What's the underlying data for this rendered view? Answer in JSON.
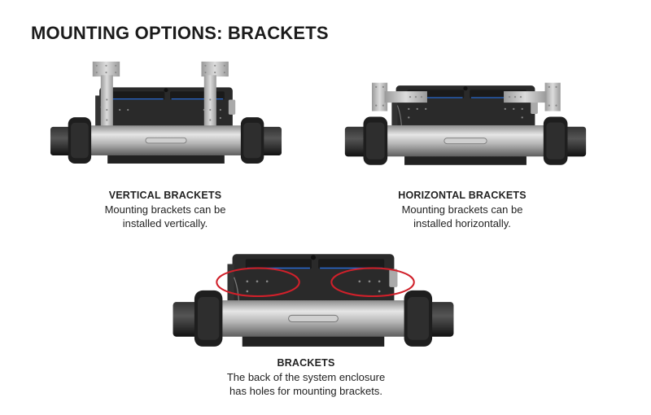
{
  "title": "MOUNTING OPTIONS: BRACKETS",
  "figures": [
    {
      "heading": "VERTICAL BRACKETS",
      "line1": "Mounting brackets can be",
      "line2": "installed vertically.",
      "bracket_style": "vertical"
    },
    {
      "heading": "HORIZONTAL BRACKETS",
      "line1": "Mounting brackets can be",
      "line2": "installed horizontally.",
      "bracket_style": "horizontal"
    },
    {
      "heading": "BRACKETS",
      "line1": "The back of the system enclosure",
      "line2": "has holes for mounting brackets.",
      "bracket_style": "holes"
    }
  ],
  "colors": {
    "highlight": "#d0202a",
    "enclosure": "#2a2a2a",
    "accent_blue": "#2a6bd1"
  }
}
